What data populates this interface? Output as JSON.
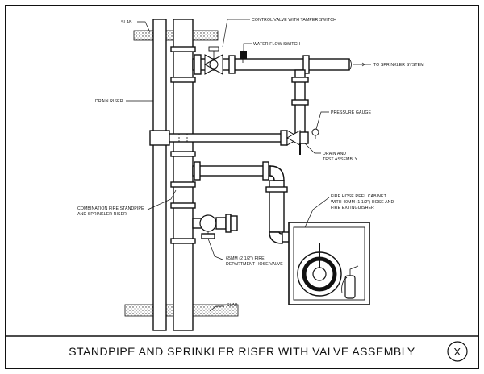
{
  "labels": {
    "slab_top": "SLAB",
    "control_valve": "CONTROL VALVE WITH TAMPER SWITCH",
    "water_flow": "WATER FLOW SWITCH",
    "to_sprinkler": "TO SPRINKLER SYSTEM",
    "drain_riser": "DRAIN RISER",
    "pressure_gauge": "PRESSURE GAUGE",
    "drain_test_1": "DRAIN AND",
    "drain_test_2": "TEST ASSEMBLY",
    "combination_1": "COMBINATION FIRE STANDPIPE",
    "combination_2": "AND SPRINKLER RISER",
    "hose_cabinet_1": "FIRE HOSE REEL CABINET",
    "hose_cabinet_2": "WITH 40MM (1 1/2\") HOSE AND",
    "hose_cabinet_3": "FIRE EXTINGUISHER",
    "hose_valve_1": "65MM (2 1/2\") FIRE",
    "hose_valve_2": "DEPARTMENT HOSE VALVE",
    "slab_bottom": "SLAB"
  },
  "title_bar": {
    "title": "STANDPIPE AND SPRINKLER RISER WITH VALVE ASSEMBLY",
    "mark": "X"
  }
}
